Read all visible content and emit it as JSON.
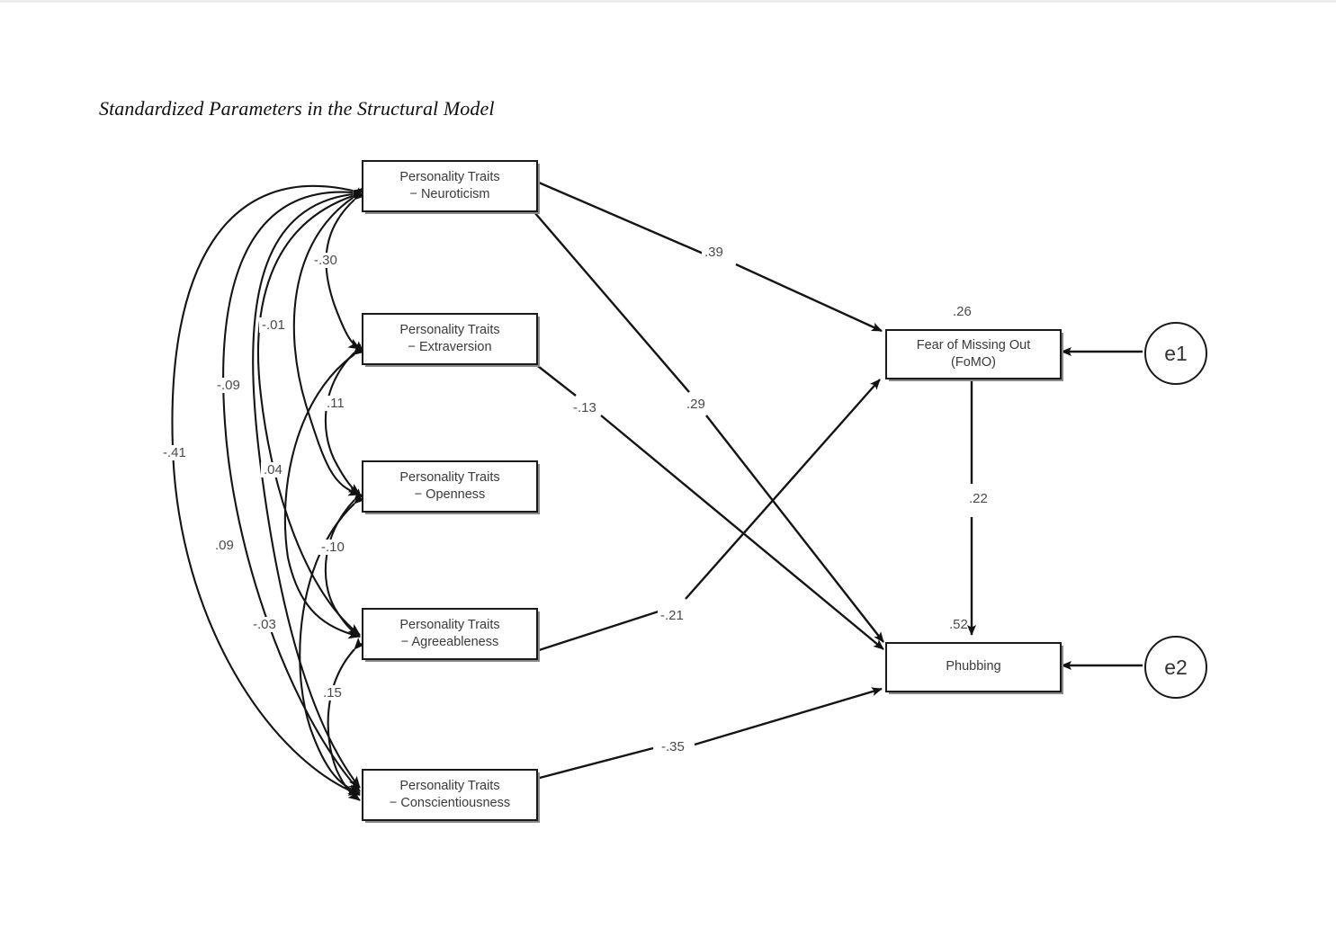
{
  "figure": {
    "title": "Standardized Parameters in the Structural Model",
    "type": "path-diagram"
  },
  "nodes": {
    "neuroticism": {
      "line1": "Personality Traits",
      "line2": "− Neuroticism"
    },
    "extraversion": {
      "line1": "Personality Traits",
      "line2": "− Extraversion"
    },
    "openness": {
      "line1": "Personality Traits",
      "line2": "− Openness"
    },
    "agreeableness": {
      "line1": "Personality Traits",
      "line2": "− Agreeableness"
    },
    "conscientiousness": {
      "line1": "Personality Traits",
      "line2": "− Conscientiousness"
    },
    "fomo": {
      "line1": "Fear of Missing Out",
      "line2": "(FoMO)"
    },
    "phubbing": {
      "line1": "Phubbing",
      "line2": ""
    },
    "e1": {
      "label": "e1"
    },
    "e2": {
      "label": "e2"
    }
  },
  "variance_explained": {
    "fomo_r2": ".26",
    "phubbing_r2": ".52"
  },
  "covariances": {
    "neu_ext": "-.30",
    "neu_opn": "-.01",
    "neu_agr": "-.09",
    "neu_con": "-.41",
    "ext_opn": ".11",
    "ext_agr": ".04",
    "ext_con": ".09",
    "opn_agr": "-.10",
    "opn_con": "-.03",
    "agr_con": ".15"
  },
  "paths": {
    "neu_fomo": ".39",
    "neu_phub": ".29",
    "ext_phub": "-.13",
    "agr_fomo": "-.21",
    "con_phub": "-.35",
    "fomo_phub": ".22"
  },
  "chart_data": {
    "type": "diagram",
    "title": "Standardized Parameters in the Structural Model",
    "exogenous": [
      "Personality Traits − Neuroticism",
      "Personality Traits − Extraversion",
      "Personality Traits − Openness",
      "Personality Traits − Agreeableness",
      "Personality Traits − Conscientiousness"
    ],
    "endogenous": [
      "Fear of Missing Out (FoMO)",
      "Phubbing"
    ],
    "residuals": [
      "e1",
      "e2"
    ],
    "structural_paths": [
      {
        "from": "Personality Traits − Neuroticism",
        "to": "Fear of Missing Out (FoMO)",
        "estimate": 0.39,
        "label": ".39"
      },
      {
        "from": "Personality Traits − Neuroticism",
        "to": "Phubbing",
        "estimate": 0.29,
        "label": ".29"
      },
      {
        "from": "Personality Traits − Extraversion",
        "to": "Phubbing",
        "estimate": -0.13,
        "label": "-.13"
      },
      {
        "from": "Personality Traits − Agreeableness",
        "to": "Fear of Missing Out (FoMO)",
        "estimate": -0.21,
        "label": "-.21"
      },
      {
        "from": "Personality Traits − Conscientiousness",
        "to": "Phubbing",
        "estimate": -0.35,
        "label": "-.35"
      },
      {
        "from": "Fear of Missing Out (FoMO)",
        "to": "Phubbing",
        "estimate": 0.22,
        "label": ".22"
      }
    ],
    "covariance_paths": [
      {
        "between": [
          "Neuroticism",
          "Extraversion"
        ],
        "estimate": -0.3,
        "label": "-.30"
      },
      {
        "between": [
          "Neuroticism",
          "Openness"
        ],
        "estimate": -0.01,
        "label": "-.01"
      },
      {
        "between": [
          "Neuroticism",
          "Agreeableness"
        ],
        "estimate": -0.09,
        "label": "-.09"
      },
      {
        "between": [
          "Neuroticism",
          "Conscientiousness"
        ],
        "estimate": -0.41,
        "label": "-.41"
      },
      {
        "between": [
          "Extraversion",
          "Openness"
        ],
        "estimate": 0.11,
        "label": ".11"
      },
      {
        "between": [
          "Extraversion",
          "Agreeableness"
        ],
        "estimate": 0.04,
        "label": ".04"
      },
      {
        "between": [
          "Extraversion",
          "Conscientiousness"
        ],
        "estimate": 0.09,
        "label": ".09"
      },
      {
        "between": [
          "Openness",
          "Agreeableness"
        ],
        "estimate": -0.1,
        "label": "-.10"
      },
      {
        "between": [
          "Openness",
          "Conscientiousness"
        ],
        "estimate": -0.03,
        "label": "-.03"
      },
      {
        "between": [
          "Agreeableness",
          "Conscientiousness"
        ],
        "estimate": 0.15,
        "label": ".15"
      }
    ],
    "r_squared": [
      {
        "variable": "Fear of Missing Out (FoMO)",
        "value": 0.26,
        "label": ".26"
      },
      {
        "variable": "Phubbing",
        "value": 0.52,
        "label": ".52"
      }
    ]
  }
}
